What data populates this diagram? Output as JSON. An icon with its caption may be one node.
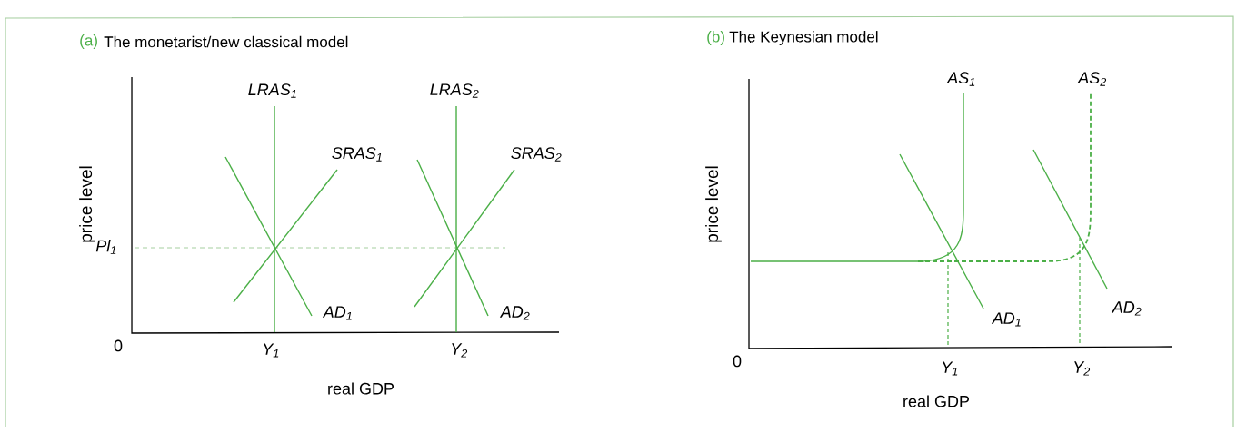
{
  "diagram": {
    "labels": [
      "(a)",
      "The monetarist/new classical model",
      "(b)",
      "The Keynesian model",
      "LRAS$_{1}$",
      "LRAS$_{2}$",
      "SRAS$_{1}$",
      "SRAS$_{2}$",
      "price level",
      "Pl$_{1}$",
      "AD$_{1}$",
      "AD$_{2}$",
      "0",
      "Y$_{1}$",
      "Y$_{2}$",
      "real GDP",
      "AS$_{1}$",
      "AS$_{2}$",
      "price level",
      "AD$_{1}$",
      "AD$_{2}$",
      "0",
      "Y$_{1}$",
      "Y$_{2}$",
      "real GDP"
    ]
  }
}
